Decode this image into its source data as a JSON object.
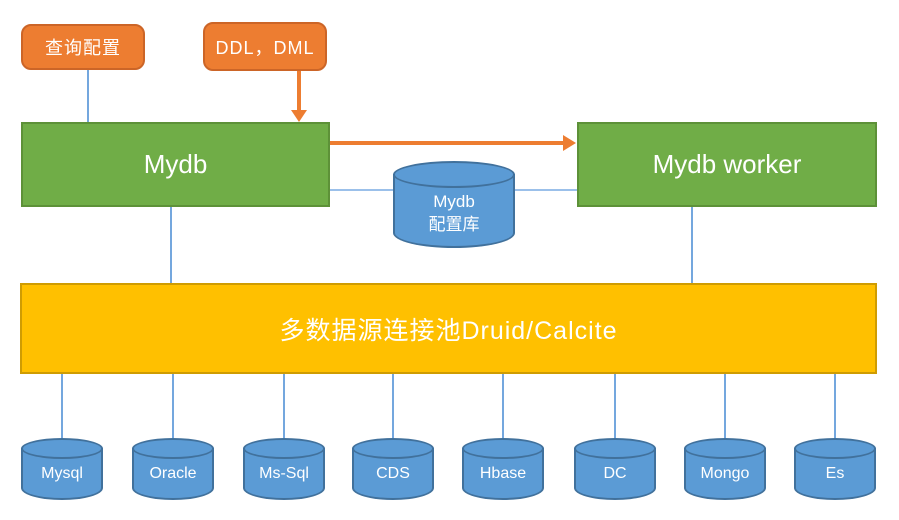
{
  "diagram": {
    "boxes": {
      "query_config": "查询配置",
      "ddl_dml": "DDL，DML",
      "mydb": "Mydb",
      "mydb_worker": "Mydb worker",
      "config_db_line1": "Mydb",
      "config_db_line2": "配置库",
      "pool": "多数据源连接池Druid/Calcite"
    },
    "datasources": [
      "Mysql",
      "Oracle",
      "Ms-Sql",
      "CDS",
      "Hbase",
      "DC",
      "Mongo",
      "Es"
    ],
    "colors": {
      "orange_accent": "#ED7D31",
      "green_node": "#70AD47",
      "yellow_pool": "#FFC000",
      "blue_cylinder": "#5B9BD5",
      "connector_blue": "#74A7DE"
    }
  }
}
